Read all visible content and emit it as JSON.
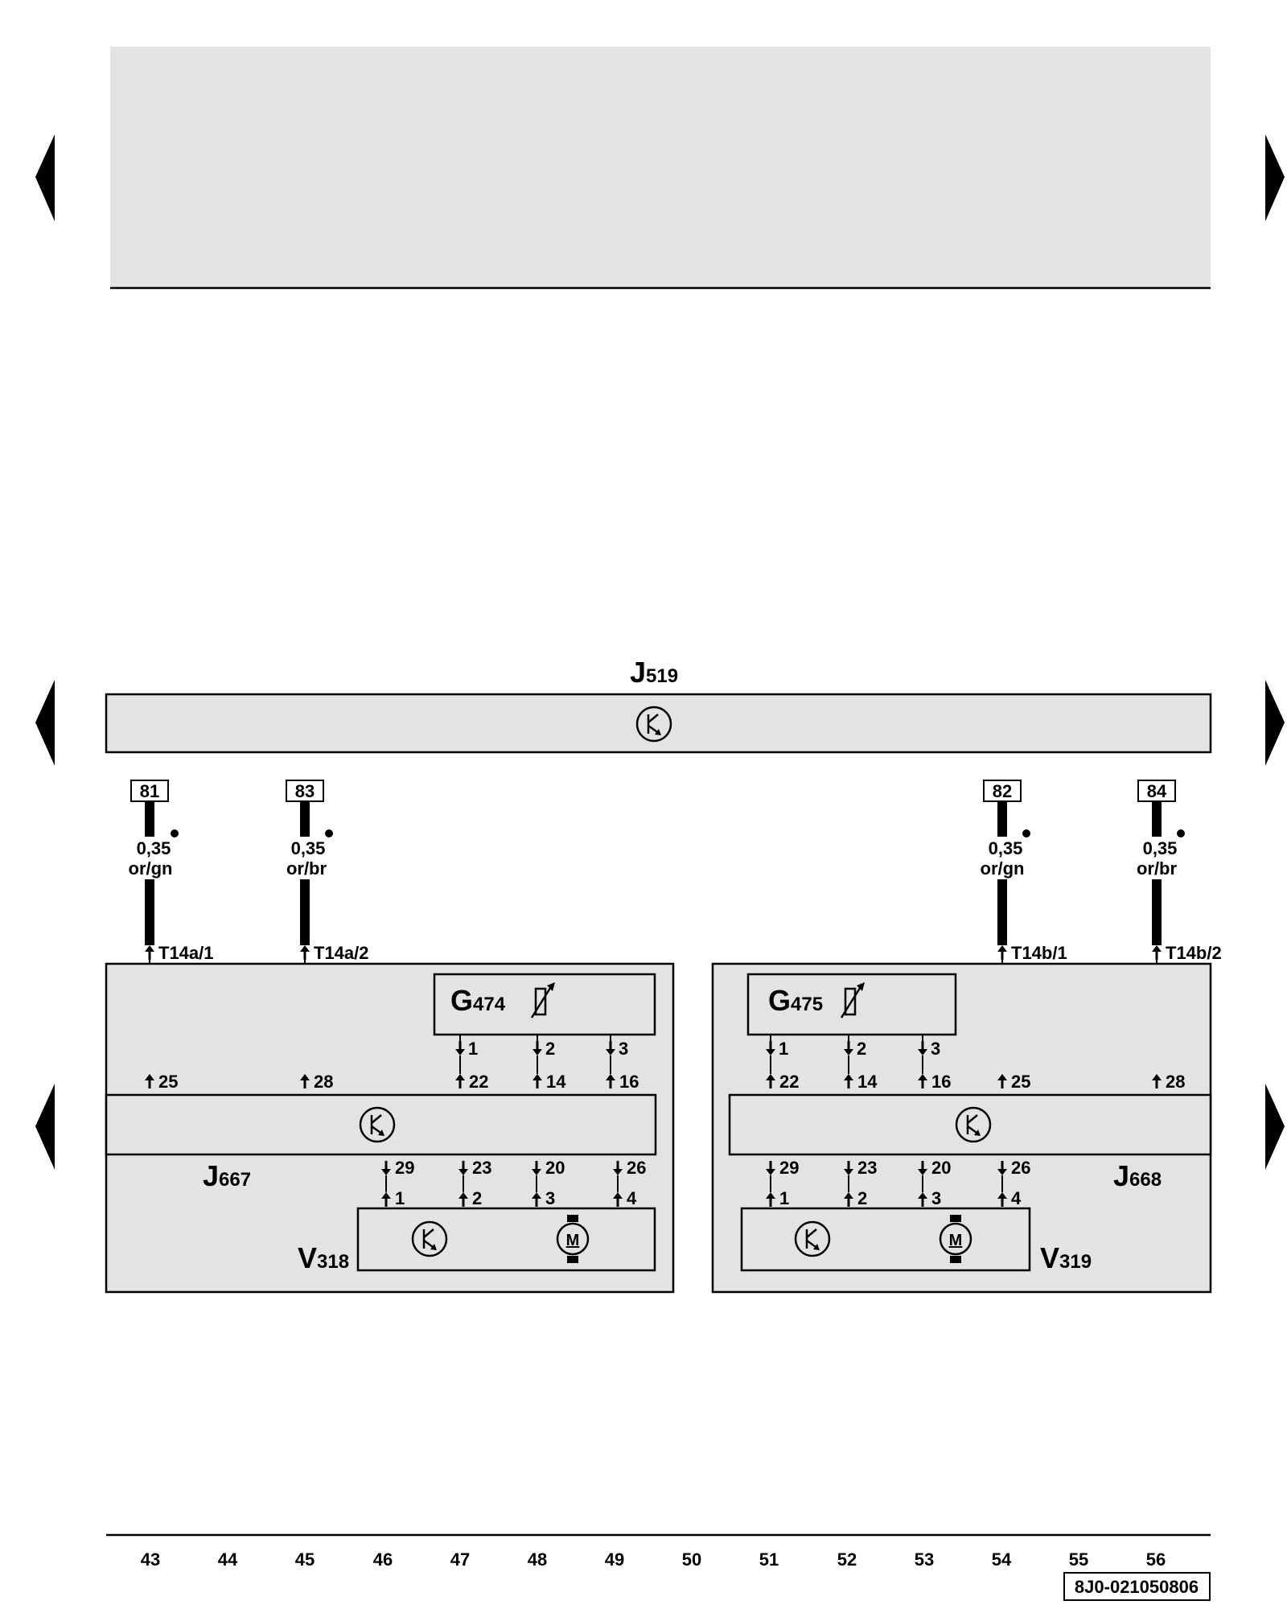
{
  "diagram": {
    "controller": {
      "letter": "J",
      "num": "519"
    },
    "modules": [
      {
        "letter": "J",
        "num": "667"
      },
      {
        "letter": "J",
        "num": "668"
      }
    ],
    "sensors": [
      {
        "letter": "G",
        "num": "474"
      },
      {
        "letter": "G",
        "num": "475"
      }
    ],
    "motors": [
      {
        "letter": "V",
        "num": "318",
        "motor_symbol": "M"
      },
      {
        "letter": "V",
        "num": "319",
        "motor_symbol": "M"
      }
    ],
    "wires": [
      {
        "ref": "81",
        "size": "0,35",
        "color": "or/gn",
        "connector": "T14a/1"
      },
      {
        "ref": "83",
        "size": "0,35",
        "color": "or/br",
        "connector": "T14a/2"
      },
      {
        "ref": "82",
        "size": "0,35",
        "color": "or/gn",
        "connector": "T14b/1"
      },
      {
        "ref": "84",
        "size": "0,35",
        "color": "or/br",
        "connector": "T14b/2"
      }
    ],
    "pins": {
      "sensor_out": [
        "1",
        "2",
        "3"
      ],
      "module_top_left": [
        "25",
        "28",
        "22",
        "14",
        "16"
      ],
      "module_top_right": [
        "22",
        "14",
        "16",
        "25",
        "28"
      ],
      "module_bottom": [
        "29",
        "23",
        "20",
        "26"
      ],
      "motor_in": [
        "1",
        "2",
        "3",
        "4"
      ]
    },
    "columns": [
      "43",
      "44",
      "45",
      "46",
      "47",
      "48",
      "49",
      "50",
      "51",
      "52",
      "53",
      "54",
      "55",
      "56"
    ],
    "doc_code": "8J0-021050806"
  },
  "colors": {
    "panel": "#e3e3e3",
    "ink": "#000000",
    "page": "#ffffff"
  }
}
